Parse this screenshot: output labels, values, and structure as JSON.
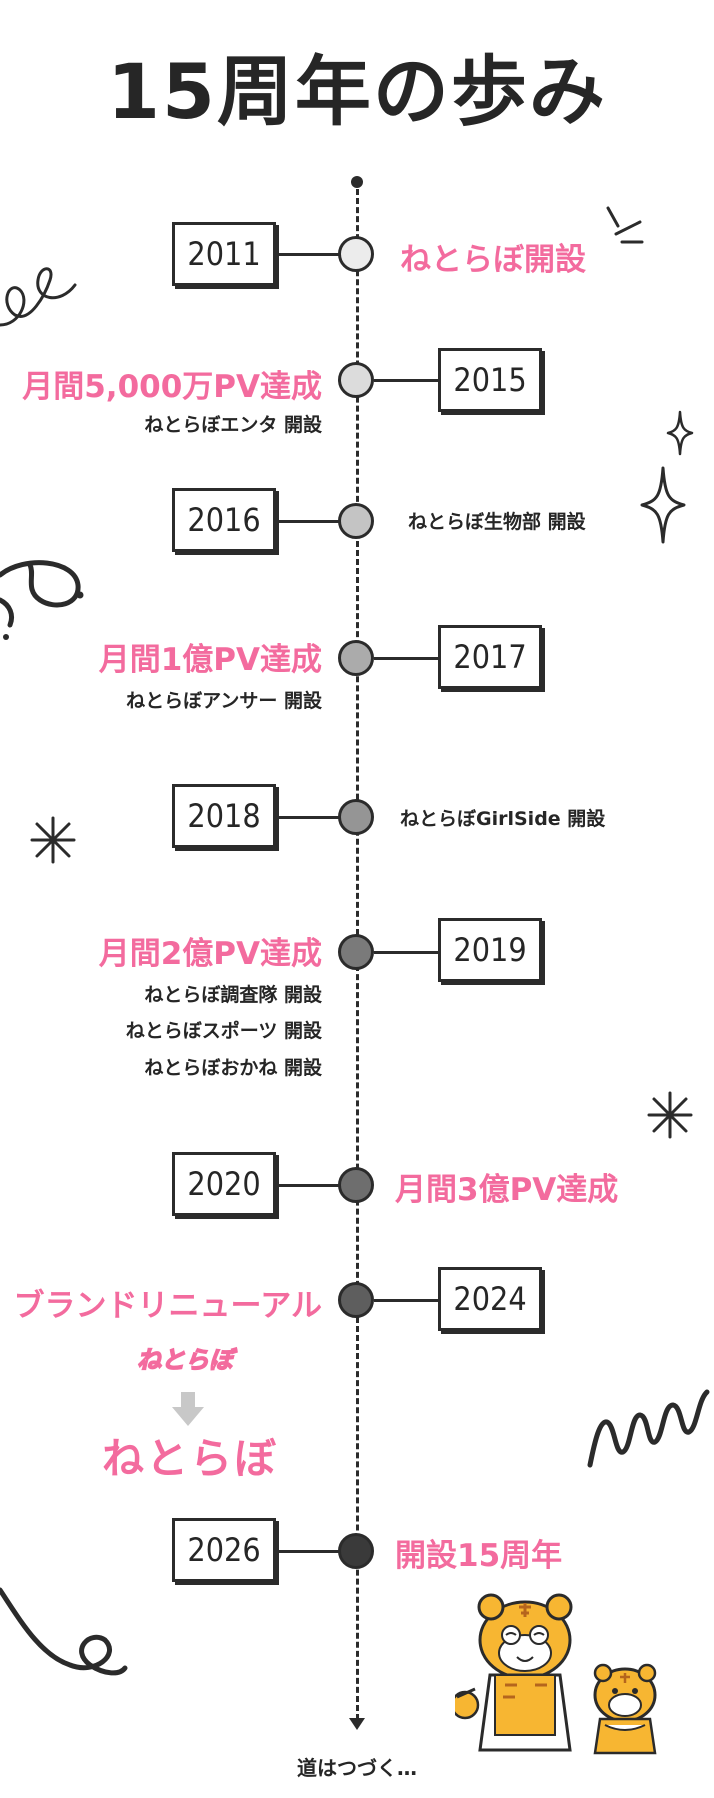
{
  "title": "15周年の歩み",
  "milestones": [
    {
      "year": "2011",
      "headline": "ねとらぼ開設",
      "subs": [],
      "node_color": "#ececec"
    },
    {
      "year": "2015",
      "headline": "月間5,000万PV達成",
      "subs": [
        "ねとらぼエンタ 開設"
      ],
      "node_color": "#dcdcdc"
    },
    {
      "year": "2016",
      "headline": "",
      "subs": [
        "ねとらぼ生物部 開設"
      ],
      "node_color": "#c4c4c4"
    },
    {
      "year": "2017",
      "headline": "月間1億PV達成",
      "subs": [
        "ねとらぼアンサー 開設"
      ],
      "node_color": "#ababab"
    },
    {
      "year": "2018",
      "headline": "",
      "subs": [
        "ねとらぼGirlSide 開設"
      ],
      "node_color": "#959595"
    },
    {
      "year": "2019",
      "headline": "月間2億PV達成",
      "subs": [
        "ねとらぼ調査隊 開設",
        "ねとらぼスポーツ 開設",
        "ねとらぼおかね 開設"
      ],
      "node_color": "#7a7a7a"
    },
    {
      "year": "2020",
      "headline": "月間3億PV達成",
      "subs": [],
      "node_color": "#6e6e6e"
    },
    {
      "year": "2024",
      "headline": "ブランドリニューアル",
      "subs": [],
      "node_color": "#5e5e5e"
    },
    {
      "year": "2026",
      "headline": "開設15周年",
      "subs": [],
      "node_color": "#3a3a3a"
    }
  ],
  "logo_old": "ねとらぼ",
  "logo_new": "ねとらぼ",
  "footer": "道はつづく…",
  "colors": {
    "accent": "#f36b9e",
    "ink": "#262626",
    "arrow_gray": "#c8c8c8"
  }
}
